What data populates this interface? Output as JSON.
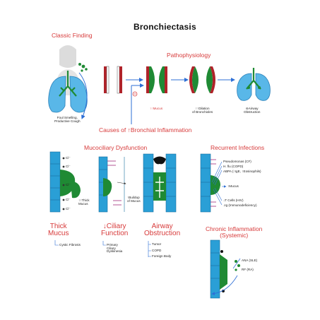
{
  "title": "Bronchiectasis",
  "sections": {
    "classic_finding": "Classic Finding",
    "pathophysiology": "Pathophysiology",
    "causes": "Causes of ↑Bronchial Inflammation",
    "mucociliary": "Mucociliary Dysfunction",
    "recurrent": "Recurrent Infections",
    "chronic": "Chronic Inflammation\n(Systemic)"
  },
  "classic_finding_label": "Foul Smelling,\nProductive Cough",
  "patho_labels": {
    "mucus": "↑↑Mucus",
    "dilation": "↑↑Dilation\nof Bronchioles",
    "obstruction": "⊖Airway\nObstruction"
  },
  "mucociliary_labels": {
    "thick_mucus_small": "↑↑Thick\nMucus",
    "buildup": "↑Buildup\nof Mucus",
    "cl": "Cl⁻"
  },
  "sub_causes": {
    "thick_mucus": {
      "title": "Thick\nMucus",
      "items": [
        "Cystic Fibrosis"
      ]
    },
    "ciliary": {
      "title": "↓Ciliary\nFunction",
      "items": [
        "Primary\nCiliary\nDyskinesia"
      ]
    },
    "airway": {
      "title": "Airway\nObstruction",
      "items": [
        "Tumor",
        "COPD",
        "Foreign Body"
      ]
    }
  },
  "recurrent_items": [
    "Pseudomonas (CF)",
    "H. flu (COPD)",
    "ABPA (↑IgE, ↑Eosinophils)",
    "↑Mucus",
    "↓T Cells (HIV)",
    "↓Ig (Immunodeficiency)"
  ],
  "chronic_items": [
    "ANA (SLE)",
    "RF (RA)"
  ],
  "colors": {
    "accent_red": "#d73a3a",
    "arrow_blue": "#2e6fd6",
    "tissue_green": "#1f8a34",
    "cell_blue": "#2a9fd6",
    "lung_blue": "#59b7e8",
    "vessel_red": "#b0232a"
  }
}
